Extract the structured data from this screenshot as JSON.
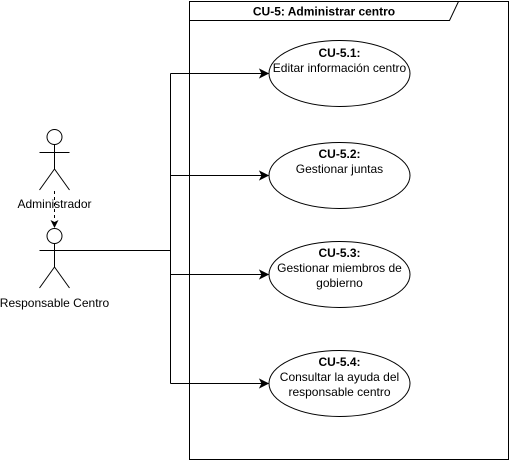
{
  "system": {
    "title": "CU-5: Administrar centro"
  },
  "actors": [
    {
      "label": "Administrador"
    },
    {
      "label": "Responsable Centro"
    }
  ],
  "use_cases": [
    {
      "id": "CU-5.1:",
      "lines": [
        "Editar información centro"
      ]
    },
    {
      "id": "CU-5.2:",
      "lines": [
        "Gestionar juntas"
      ]
    },
    {
      "id": "CU-5.3:",
      "lines": [
        "Gestionar miembros de",
        "gobierno"
      ]
    },
    {
      "id": "CU-5.4:",
      "lines": [
        "Consultar la ayuda del",
        "responsable centro"
      ]
    }
  ],
  "colors": {
    "stroke": "#000000",
    "fill": "#ffffff"
  }
}
